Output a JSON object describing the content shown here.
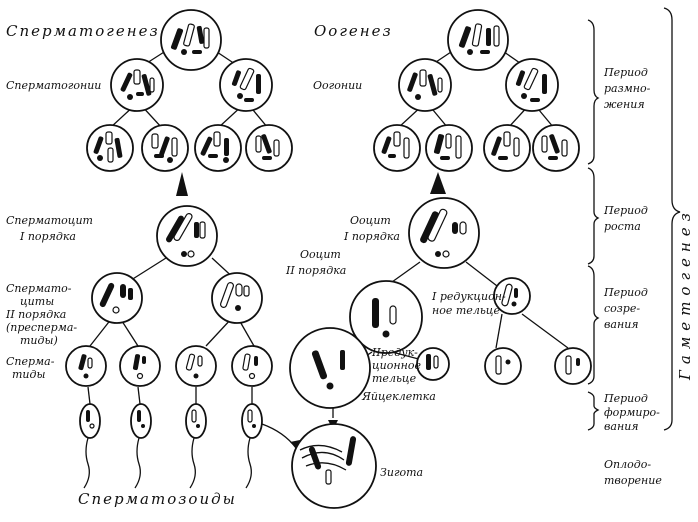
{
  "spermatogenesis": {
    "title": "Сперматогенез",
    "spermatogonia": "Сперматогонии",
    "spermatocyte1": [
      "Сперматоцит",
      "I порядка"
    ],
    "spermatocytes2": [
      "Сперматo-",
      "циты",
      "II порядка",
      "(пресперма-",
      "тиды)"
    ],
    "spermatids": [
      "Сперма-",
      "тиды"
    ],
    "spermatozoa": "Сперматозоиды"
  },
  "oogenesis": {
    "title": "Оогенез",
    "oogonia": "Оогонии",
    "oocyte1": [
      "Ооцит",
      "I порядка"
    ],
    "oocyte2": [
      "Ооцит",
      "II порядка"
    ],
    "polar1": [
      "I редукцион-",
      "ное тельце"
    ],
    "polar2": [
      "IIредук-",
      "ционное",
      "тельце"
    ],
    "egg": "Яйцеклетка",
    "zygote": "Зигота"
  },
  "periods": {
    "reproduction": [
      "Период",
      "размно-",
      "жения"
    ],
    "growth": [
      "Период",
      "роста"
    ],
    "maturation": [
      "Период",
      "созре-",
      "вания"
    ],
    "formation": [
      "Период",
      "формиро-",
      "вания"
    ],
    "fertilization": [
      "Оплодо-",
      "творение"
    ],
    "gametogenesis": "Гаметогенез"
  }
}
